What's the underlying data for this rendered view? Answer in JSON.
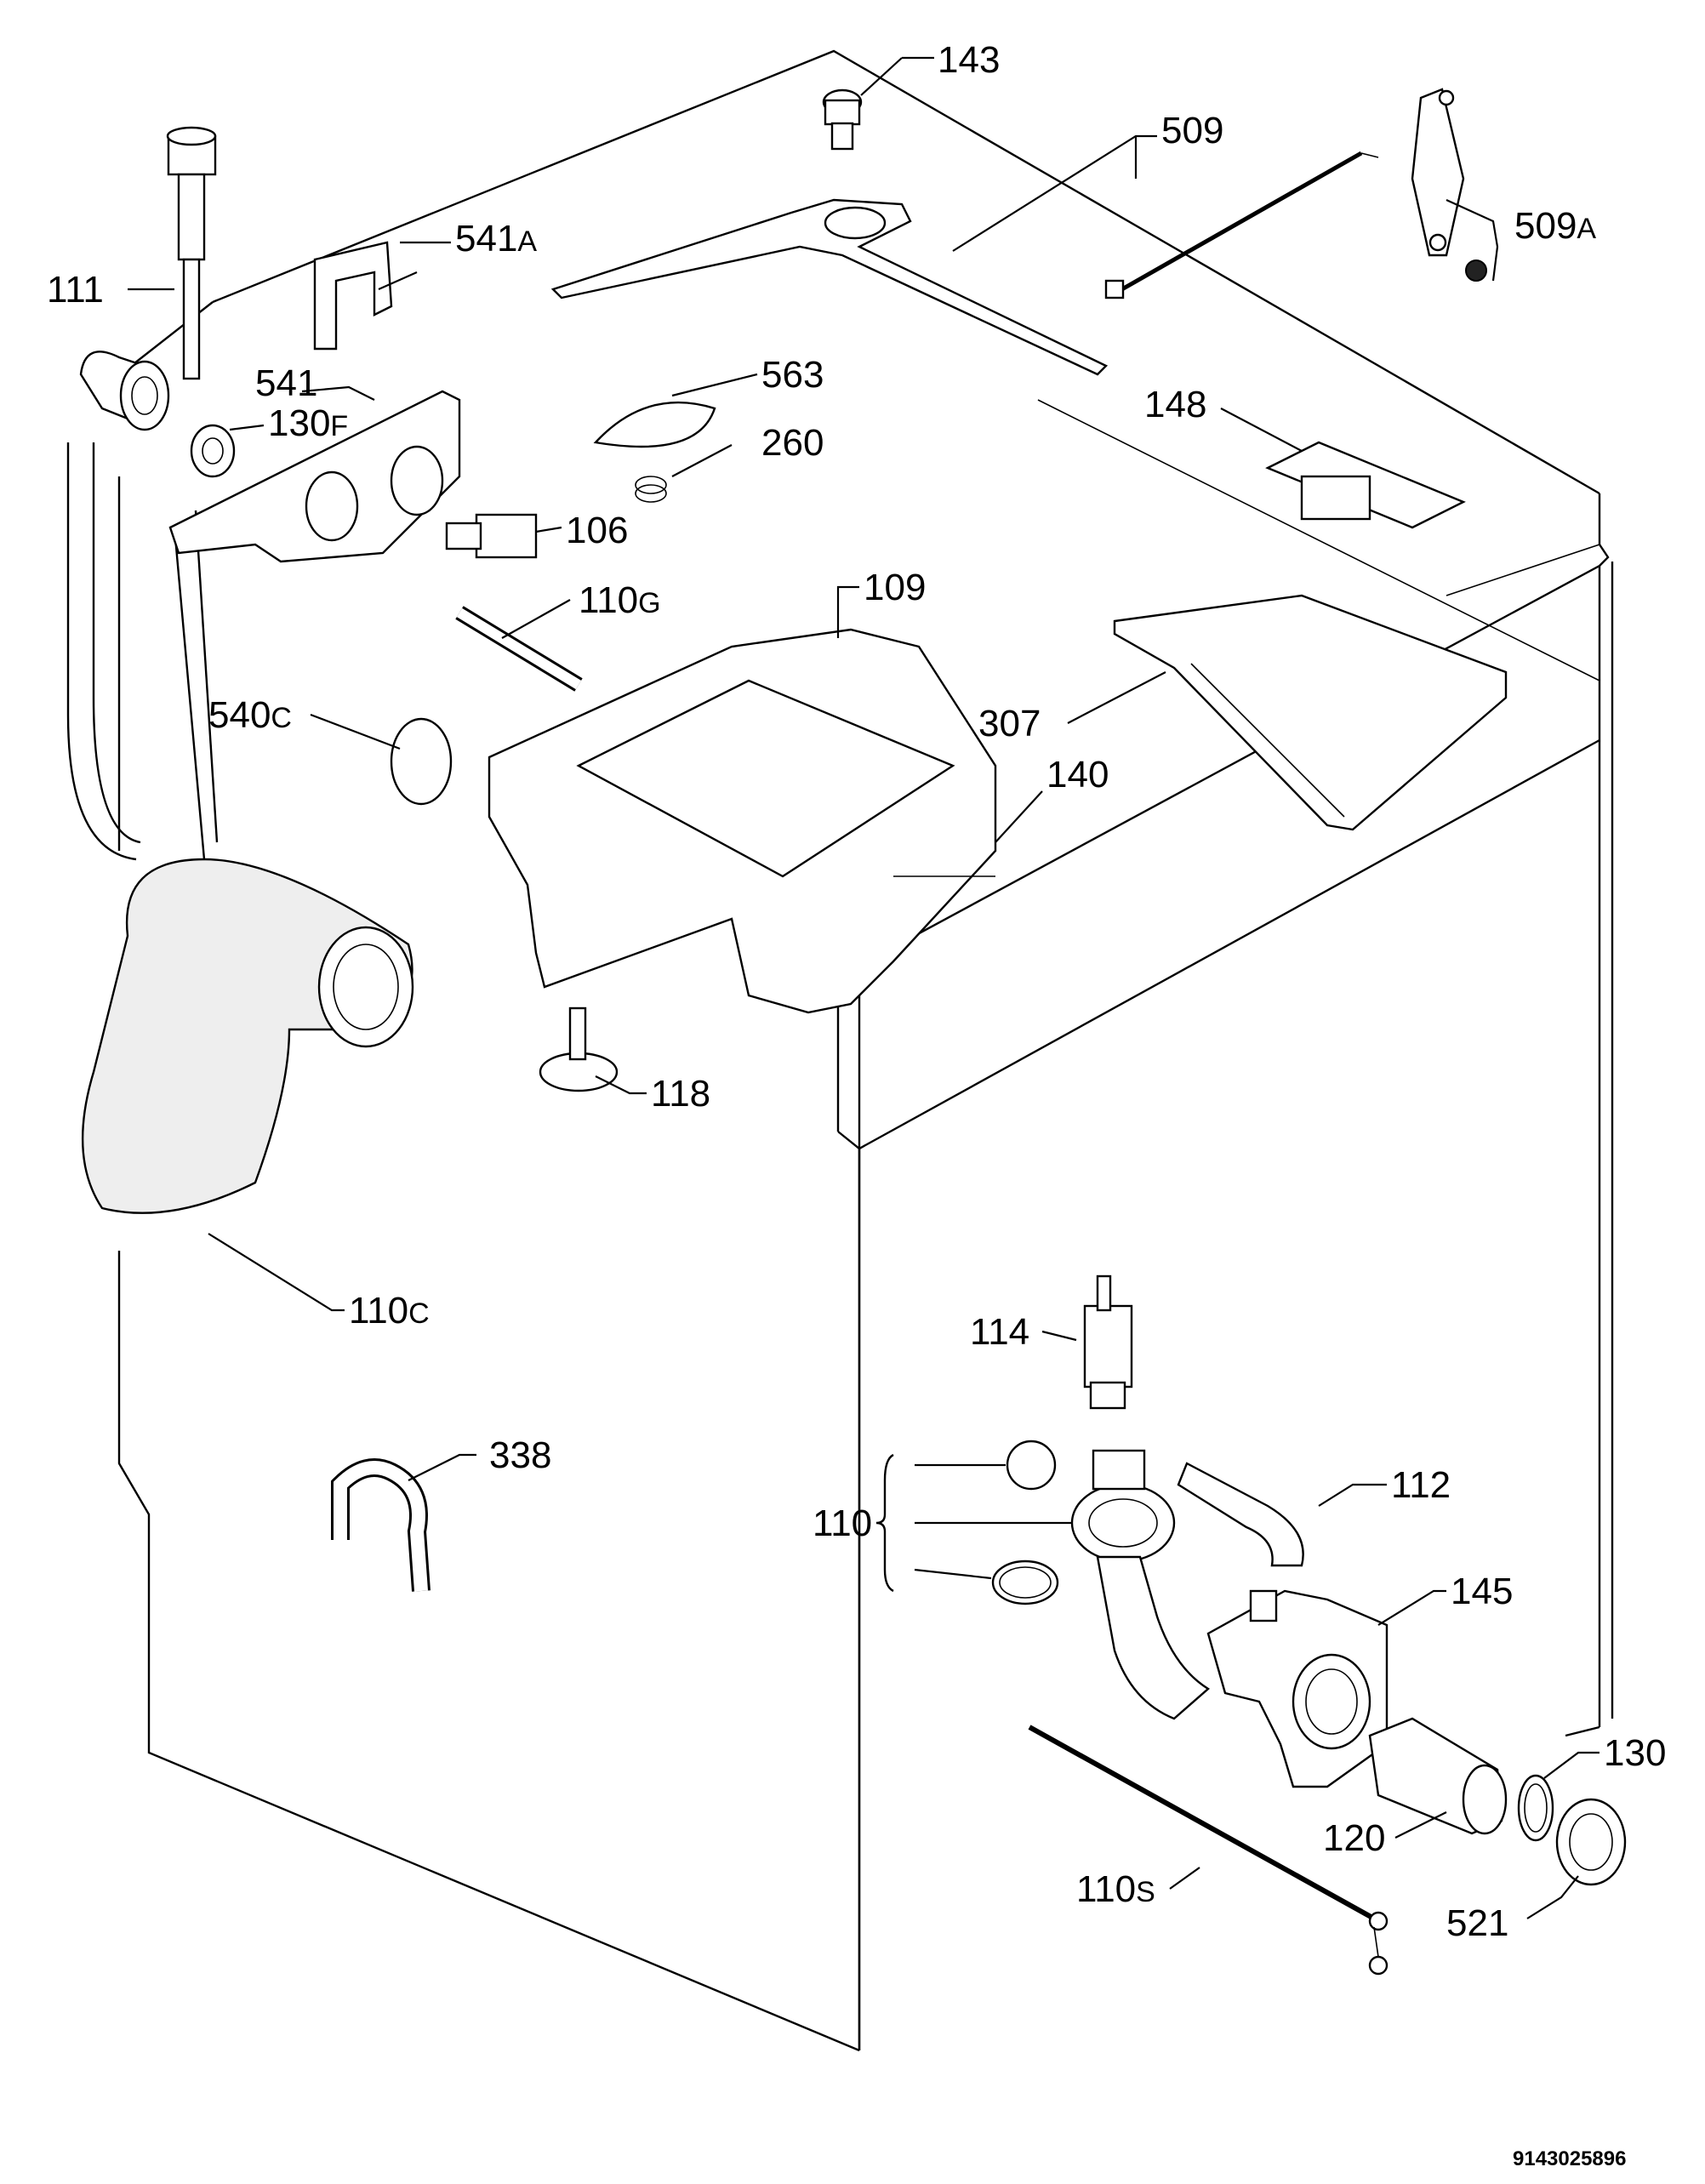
{
  "labels": {
    "l143": "143",
    "l509": "509",
    "l509a": "509",
    "l509a_suffix": "A",
    "l111": "111",
    "l541a": "541",
    "l541a_suffix": "A",
    "l541": "541",
    "l130f": "130",
    "l130f_suffix": "F",
    "l563": "563",
    "l260": "260",
    "l148": "148",
    "l106": "106",
    "l110g": "110",
    "l110g_suffix": "G",
    "l109": "109",
    "l540c": "540",
    "l540c_suffix": "C",
    "l307": "307",
    "l140": "140",
    "l118": "118",
    "l110c": "110",
    "l110c_suffix": "C",
    "l114": "114",
    "l338": "338",
    "l110": "110",
    "l112": "112",
    "l145": "145",
    "l130": "130",
    "l120": "120",
    "l110s": "110",
    "l110s_suffix": "S",
    "l521": "521"
  },
  "doc_code": "9143025896"
}
